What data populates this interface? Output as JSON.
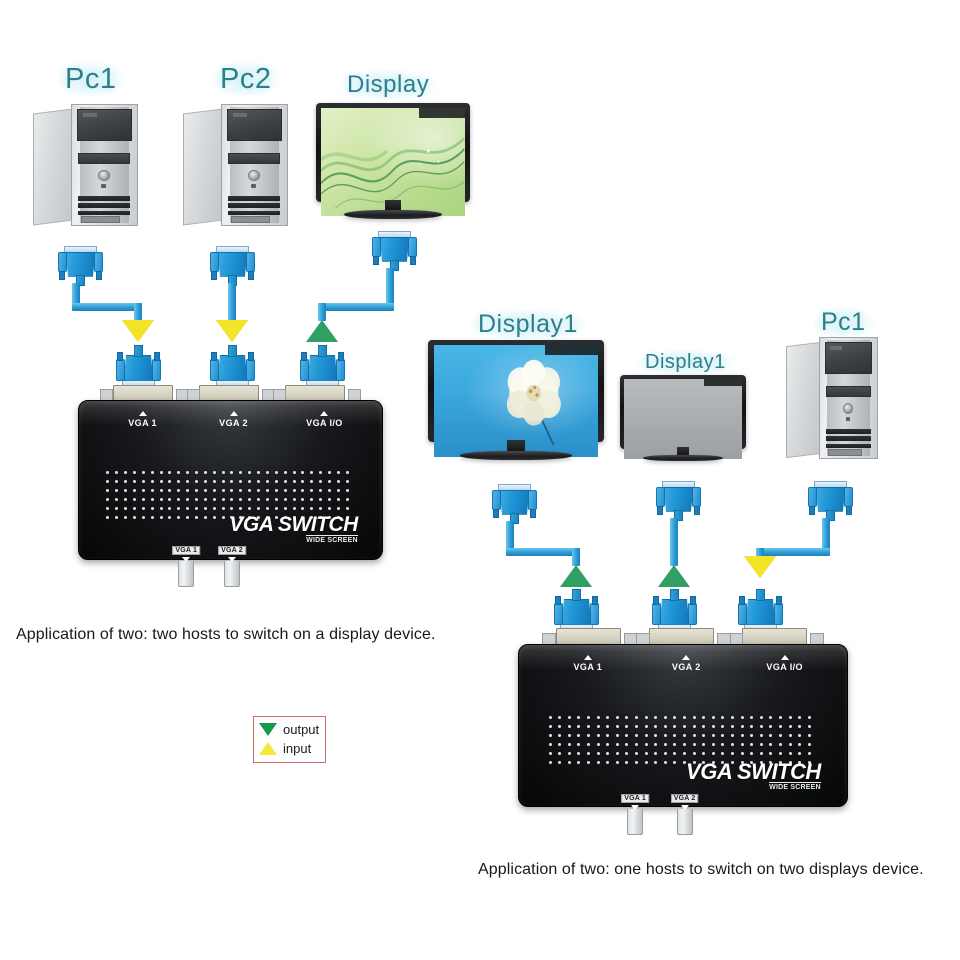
{
  "diagram": {
    "title": "VGA Switch application diagram",
    "colors": {
      "label_text": "#2d7f8c",
      "label_glow": "#d6f2f8",
      "cable": "#2fa0da",
      "output_arrow": "#149a4e",
      "input_arrow": "#f5e83a",
      "switch_body": "#17191c",
      "legend_border": "#d16a6a"
    }
  },
  "legend": {
    "name": "arrow-legend",
    "rows": [
      {
        "icon": "triangle-down-green",
        "label": "output"
      },
      {
        "icon": "triangle-up-yellow",
        "label": "input"
      }
    ]
  },
  "scene_top": {
    "caption": "Application of two: two hosts to switch on a display device.",
    "devices": [
      {
        "id": "pc1",
        "type": "pc-tower",
        "label": "Pc1"
      },
      {
        "id": "pc2",
        "type": "pc-tower",
        "label": "Pc2"
      },
      {
        "id": "display",
        "type": "tv-monitor",
        "label": "Display",
        "screen_art": "green-waves"
      }
    ],
    "connectors": [
      {
        "id": "pc1-plug",
        "type": "vga-connector",
        "arrow": "input"
      },
      {
        "id": "pc2-plug",
        "type": "vga-connector",
        "arrow": "input"
      },
      {
        "id": "display-plug",
        "type": "vga-connector",
        "arrow": "output"
      }
    ],
    "switch": {
      "brand": "VGA SWITCH",
      "brand_sub": "WIDE SCREEN",
      "ports": [
        "VGA 1",
        "VGA 2",
        "VGA I/O"
      ],
      "buttons": [
        "VGA 1",
        "VGA 2"
      ]
    }
  },
  "scene_bottom": {
    "caption": "Application of two: one hosts to switch on two displays device.",
    "devices": [
      {
        "id": "display1-a",
        "type": "tv-monitor",
        "label": "Display1",
        "screen_art": "blue-flower"
      },
      {
        "id": "display1-b",
        "type": "tv-monitor",
        "label": "Display1",
        "screen_art": "grey-blank"
      },
      {
        "id": "pc1-right",
        "type": "pc-tower",
        "label": "Pc1"
      }
    ],
    "connectors": [
      {
        "id": "display1a-plug",
        "type": "vga-connector",
        "arrow": "output"
      },
      {
        "id": "display1b-plug",
        "type": "vga-connector",
        "arrow": "output"
      },
      {
        "id": "pc1r-plug",
        "type": "vga-connector",
        "arrow": "input"
      }
    ],
    "switch": {
      "brand": "VGA SWITCH",
      "brand_sub": "WIDE SCREEN",
      "ports": [
        "VGA 1",
        "VGA 2",
        "VGA I/O"
      ],
      "buttons": [
        "VGA 1",
        "VGA 2"
      ]
    }
  }
}
